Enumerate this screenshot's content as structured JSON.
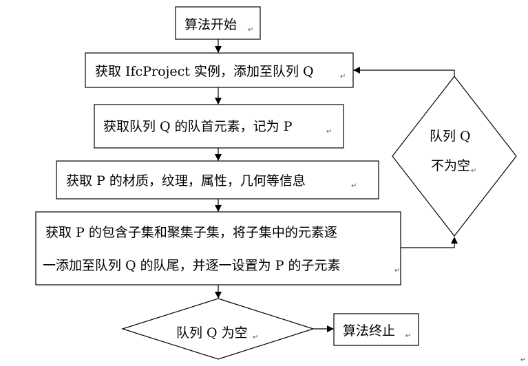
{
  "flowchart": {
    "start": {
      "label": "算法开始"
    },
    "step_get_project": {
      "label": "获取 IfcProject 实例，添加至队列 Q"
    },
    "step_dequeue": {
      "label": "获取队列 Q 的队首元素，记为 P"
    },
    "step_get_info": {
      "label": "获取 P 的材质，纹理，属性，几何等信息"
    },
    "step_children": {
      "line1": "获取 P 的包含子集和聚集子集，将子集中的元素逐",
      "line2": "一添加至队列 Q 的队尾，并逐一设置为 P 的子元素"
    },
    "decision_empty": {
      "label": "队列 Q 为空"
    },
    "end": {
      "label": "算法终止"
    },
    "decision_not_empty": {
      "line1": "队列 Q",
      "line2": "不为空"
    },
    "paragraph_mark": "↵"
  }
}
